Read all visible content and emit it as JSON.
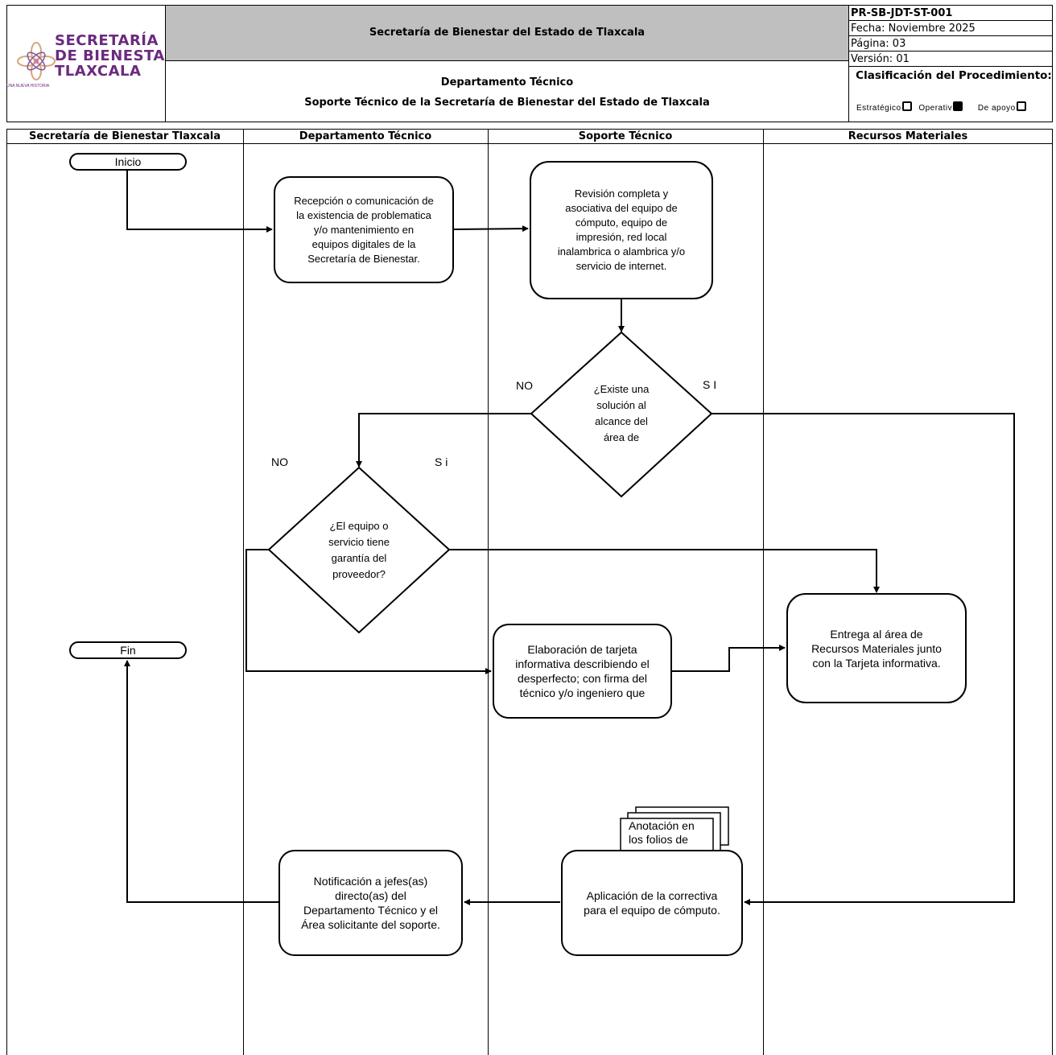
{
  "header": {
    "logo": {
      "line1": "SECRETARÍA",
      "line2": "DE BIENESTAR",
      "line3": "TLAXCALA",
      "tagline": "UNA NUEVA HISTORIA",
      "color": "#6b2a7f"
    },
    "title": "Secretaría de Bienestar del Estado de Tlaxcala",
    "department": "Departamento Técnico",
    "procedure_name": "Soporte Técnico de la Secretaría de Bienestar del Estado de Tlaxcala",
    "code": "PR-SB-JDT-ST-001",
    "date": "Fecha: Noviembre 2025",
    "page": "Página: 03",
    "version": "Versión: 01",
    "classification_title": "Clasificación del Procedimiento:",
    "classification_options": [
      {
        "label": "Estratégico",
        "checked": false
      },
      {
        "label": "Operativ",
        "checked": true
      },
      {
        "label": "De apoyo",
        "checked": false
      }
    ],
    "header_bg": "#bfbfbf"
  },
  "lanes": [
    "Secretaría de Bienestar Tlaxcala",
    "Departamento Técnico",
    "Soporte Técnico",
    "Recursos Materiales"
  ],
  "flow": {
    "start": "Inicio",
    "end": "Fin",
    "reception": [
      "Recepción o comunicación de",
      "la existencia de problematica",
      "y/o mantenimiento en",
      "equipos digitales de la",
      "Secretaría de Bienestar."
    ],
    "review": [
      "Revisión completa y",
      "asociativa del equipo de",
      "cómputo, equipo de",
      "impresión, red local",
      "inalambrica o alambrica y/o",
      "servicio de internet."
    ],
    "decision_solution": [
      "¿Existe una",
      "solución al",
      "alcance del",
      "área de"
    ],
    "decision_solution_no": "NO",
    "decision_solution_yes": "S I",
    "decision_warranty": [
      "¿El equipo o",
      "servicio tiene",
      "garantía del",
      "proveedor?"
    ],
    "decision_warranty_no": "NO",
    "decision_warranty_yes": "S i",
    "card": [
      "Elaboración de tarjeta",
      "informativa describiendo el",
      "desperfecto; con firma del",
      "técnico y/o ingeniero que"
    ],
    "delivery": [
      "Entrega al área de",
      "Recursos Materiales junto",
      "con la Tarjeta informativa."
    ],
    "documents": [
      "Anotación en",
      "los folios de"
    ],
    "corrective": [
      "Aplicación de la correctiva",
      "para el equipo de cómputo."
    ],
    "notification": [
      "Notificación a jefes(as)",
      "directo(as) del",
      "Departamento Técnico y el",
      "Área solicitante del soporte."
    ]
  }
}
